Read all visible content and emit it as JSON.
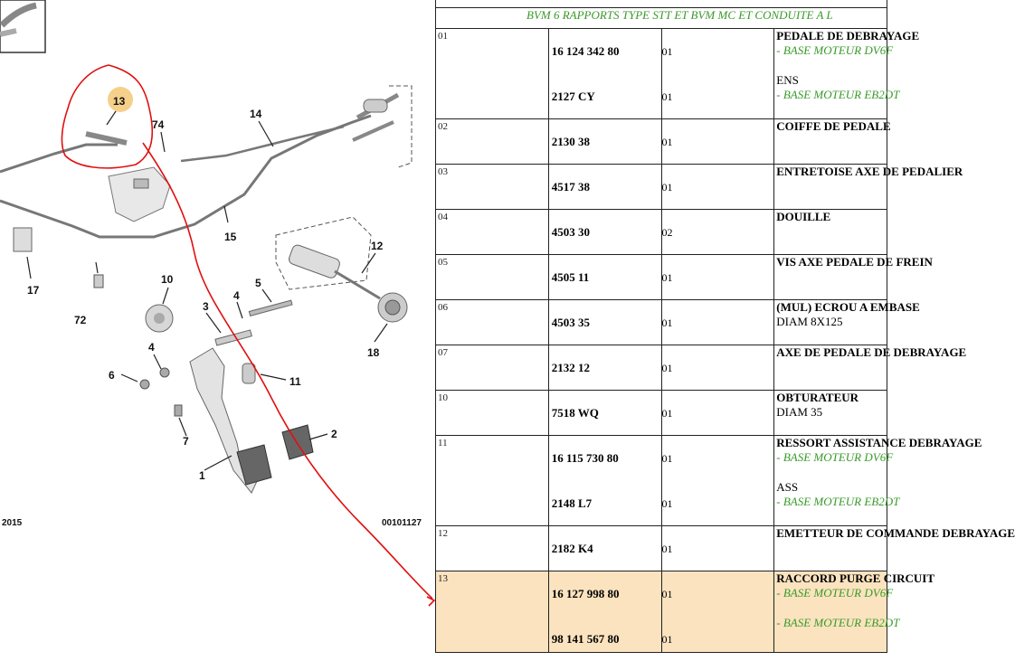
{
  "diagram": {
    "callouts": [
      "13",
      "74",
      "14",
      "15",
      "17",
      "72",
      "10",
      "3",
      "4",
      "5",
      "12",
      "18",
      "6",
      "4",
      "11",
      "7",
      "2",
      "1"
    ],
    "corner_left": "2015",
    "corner_right": "00101127",
    "annotation_color": "#e01010",
    "highlight_color": "#f5d08a"
  },
  "table": {
    "header": "BVM 6 RAPPORTS TYPE STT ET BVM MC ET CONDUITE A L",
    "highlight_color": "#fbe3bf",
    "rows": [
      {
        "idx": "01",
        "lines": [
          {
            "ref": "16 124 342 80",
            "qty": "01",
            "title": "PEDALE DE DEBRAYAGE",
            "sub": "- BASE MOTEUR DV6F",
            "sub_green": true
          },
          {
            "ref": "2127 CY",
            "qty": "01",
            "title": "",
            "sub": "ENS",
            "sub_green": false,
            "sub2": "- BASE MOTEUR EB2DT"
          }
        ]
      },
      {
        "idx": "02",
        "lines": [
          {
            "ref": "2130 38",
            "qty": "01",
            "title": "COIFFE DE PEDALE"
          }
        ]
      },
      {
        "idx": "03",
        "lines": [
          {
            "ref": "4517 38",
            "qty": "01",
            "title": "ENTRETOISE AXE DE PEDALIER"
          }
        ]
      },
      {
        "idx": "04",
        "lines": [
          {
            "ref": "4503 30",
            "qty": "02",
            "title": "DOUILLE"
          }
        ]
      },
      {
        "idx": "05",
        "lines": [
          {
            "ref": "4505 11",
            "qty": "01",
            "title": "VIS AXE PEDALE DE FREIN"
          }
        ]
      },
      {
        "idx": "06",
        "lines": [
          {
            "ref": "4503 35",
            "qty": "01",
            "title": "(MUL) ECROU A EMBASE",
            "sub": "DIAM 8X125",
            "sub_green": false
          }
        ]
      },
      {
        "idx": "07",
        "lines": [
          {
            "ref": "2132 12",
            "qty": "01",
            "title": "AXE DE PEDALE DE DEBRAYAGE"
          }
        ]
      },
      {
        "idx": "10",
        "lines": [
          {
            "ref": "7518 WQ",
            "qty": "01",
            "title": "OBTURATEUR",
            "sub": "DIAM 35",
            "sub_green": false
          }
        ]
      },
      {
        "idx": "11",
        "lines": [
          {
            "ref": "16 115 730 80",
            "qty": "01",
            "title": "RESSORT ASSISTANCE DEBRAYAGE",
            "sub": "- BASE MOTEUR DV6F",
            "sub_green": true
          },
          {
            "ref": "2148 L7",
            "qty": "01",
            "title": "",
            "sub": "ASS",
            "sub_green": false,
            "sub2": "- BASE MOTEUR EB2DT"
          }
        ]
      },
      {
        "idx": "12",
        "lines": [
          {
            "ref": "2182 K4",
            "qty": "01",
            "title": "EMETTEUR DE COMMANDE DEBRAYAGE"
          }
        ]
      },
      {
        "idx": "13",
        "lines": [
          {
            "ref": "16 127 998 80",
            "qty": "01",
            "title": "RACCORD PURGE CIRCUIT",
            "sub": "- BASE MOTEUR DV6F",
            "sub_green": true
          },
          {
            "ref": "98 141 567 80",
            "qty": "01",
            "title": "",
            "sub": "- BASE MOTEUR EB2DT",
            "sub_green": true
          }
        ]
      }
    ]
  }
}
